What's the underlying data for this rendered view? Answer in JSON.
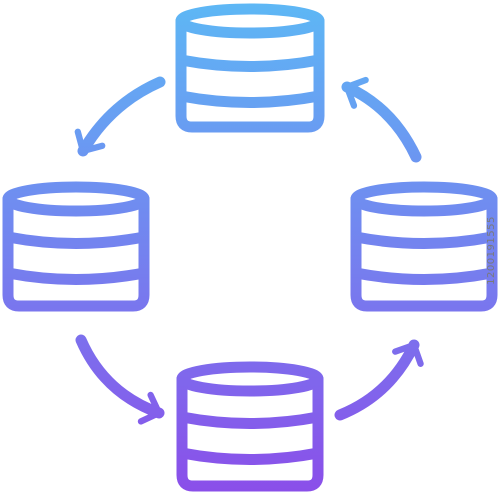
{
  "diagram": {
    "nodes": [
      {
        "icon": "database-icon",
        "role": "top"
      },
      {
        "icon": "database-icon",
        "role": "left"
      },
      {
        "icon": "database-icon",
        "role": "right"
      },
      {
        "icon": "database-icon",
        "role": "bottom"
      }
    ],
    "arrows": [
      "top-to-left",
      "left-to-bottom",
      "bottom-to-right",
      "right-to-top"
    ],
    "colors": {
      "gradient_top": "#5db8f5",
      "gradient_bottom": "#8b4de9"
    }
  },
  "watermark": {
    "id": "1200191555"
  }
}
